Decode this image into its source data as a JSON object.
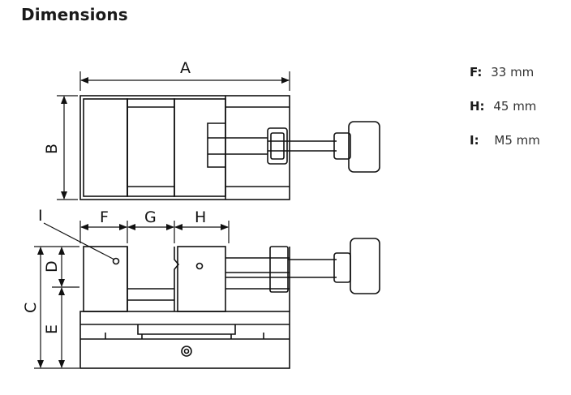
{
  "page": {
    "title": "Dimensions"
  },
  "drawing": {
    "labels": {
      "A": "A",
      "B": "B",
      "C": "C",
      "D": "D",
      "E": "E",
      "F": "F",
      "G": "G",
      "H": "H",
      "I": "I"
    }
  },
  "specs": [
    {
      "key": "F:",
      "value": "33 mm"
    },
    {
      "key": "H:",
      "value": "45 mm"
    },
    {
      "key": "I:",
      "value": "M5 mm"
    }
  ]
}
